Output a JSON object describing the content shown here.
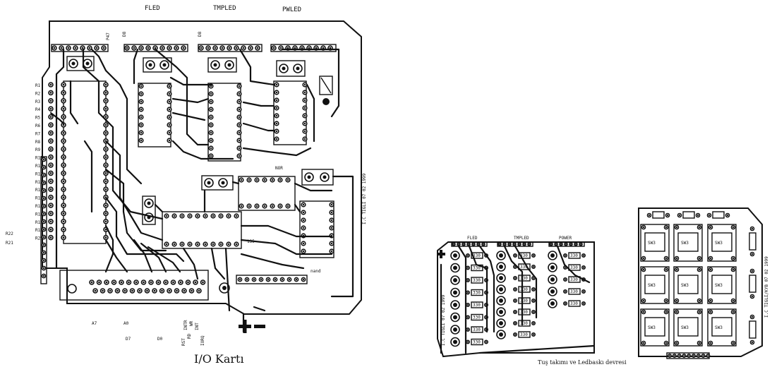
{
  "io_board": {
    "top_labels": [
      "FLED",
      "TMPLED",
      "PWLED"
    ],
    "header_tags": [
      "P47",
      "D8",
      "D8"
    ],
    "row_labels": [
      "R1",
      "R2",
      "R3",
      "R4",
      "R5",
      "R6",
      "R7",
      "R8",
      "R9",
      "R10",
      "R11",
      "R12",
      "R13",
      "R14",
      "R15",
      "R16",
      "R17",
      "R18",
      "R19",
      "R20"
    ],
    "extra_labels": [
      "R22",
      "R21"
    ],
    "chip_labels": {
      "nor": "NOR",
      "c135": "135",
      "nand": "nand"
    },
    "side_text": "I.C TIGLI 07 02 1999",
    "bottom_labels": {
      "a7": "A7",
      "a0": "A0",
      "d7": "D7",
      "d0": "D0",
      "rst": "RST",
      "rd": "RD",
      "wr": "WR",
      "intr": "INTR",
      "int": "INT",
      "iorq": "IORQ"
    },
    "caption": "I/O Kartı"
  },
  "led_board": {
    "headers": [
      "FLED",
      "TMPLED",
      "POWER"
    ],
    "resistors": [
      "330",
      "330",
      "330",
      "330",
      "330",
      "330",
      "330",
      "330",
      "330",
      "330",
      "330",
      "330",
      "330",
      "330",
      "330",
      "330"
    ],
    "side_text": "I.C TIGLI 07 02 1999"
  },
  "key_board": {
    "switch_label": "SW3",
    "side_text": "I.C TIGLI/KYB 07 02 1999"
  },
  "caption_right": "Tuş takımı ve Ledbaskı devresi"
}
